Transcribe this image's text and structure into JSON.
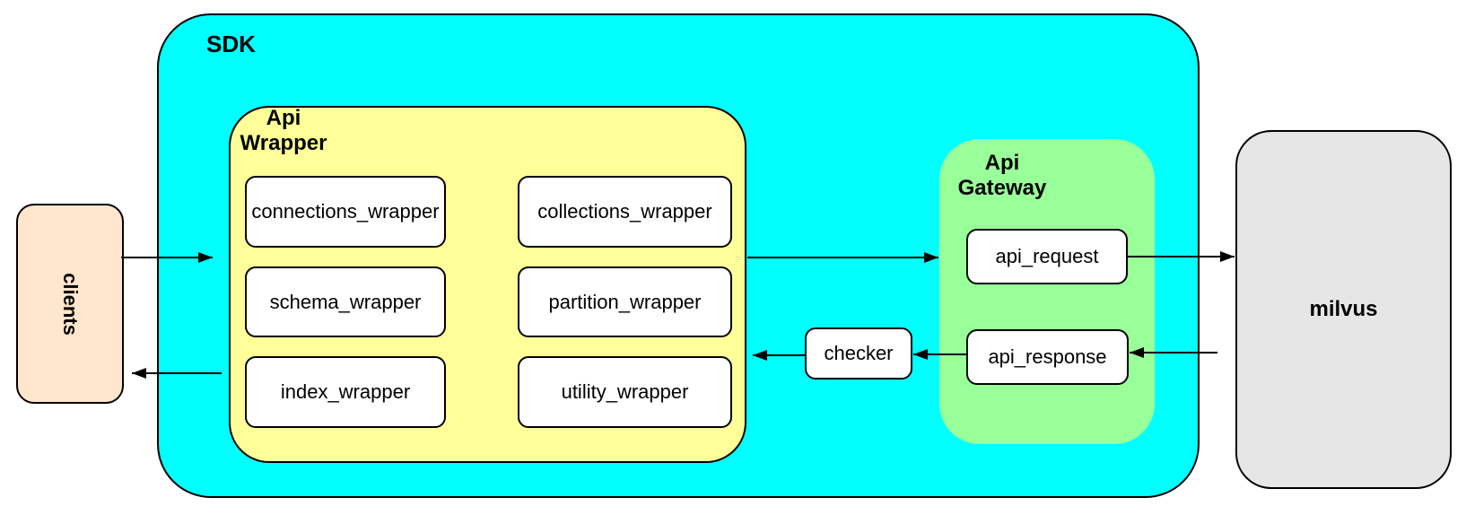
{
  "diagram": {
    "background": "#FFFFFF",
    "stroke": "#000000",
    "nodes": {
      "clients": {
        "label": "clients",
        "fill": "#FFE6CC"
      },
      "sdk": {
        "label": "SDK",
        "fill": "#00FFFF"
      },
      "api_wrapper": {
        "label": "Api Wrapper",
        "fill": "#FFFF99",
        "children": [
          "connections_wrapper",
          "collections_wrapper",
          "schema_wrapper",
          "partition_wrapper",
          "index_wrapper",
          "utility_wrapper"
        ]
      },
      "checker": {
        "label": "checker",
        "fill": "#FFFFFF"
      },
      "api_gateway": {
        "label": "Api Gateway",
        "fill": "#99FF99",
        "children": [
          "api_request",
          "api_response"
        ]
      },
      "milvus": {
        "label": "milvus",
        "fill": "#E6E6E6"
      }
    },
    "edges": [
      {
        "from": "clients",
        "to": "api_wrapper"
      },
      {
        "from": "api_wrapper",
        "to": "api_gateway"
      },
      {
        "from": "api_request",
        "to": "milvus"
      },
      {
        "from": "milvus",
        "to": "api_response"
      },
      {
        "from": "api_response",
        "to": "checker"
      },
      {
        "from": "checker",
        "to": "api_wrapper"
      },
      {
        "from": "sdk",
        "to": "clients"
      }
    ]
  }
}
